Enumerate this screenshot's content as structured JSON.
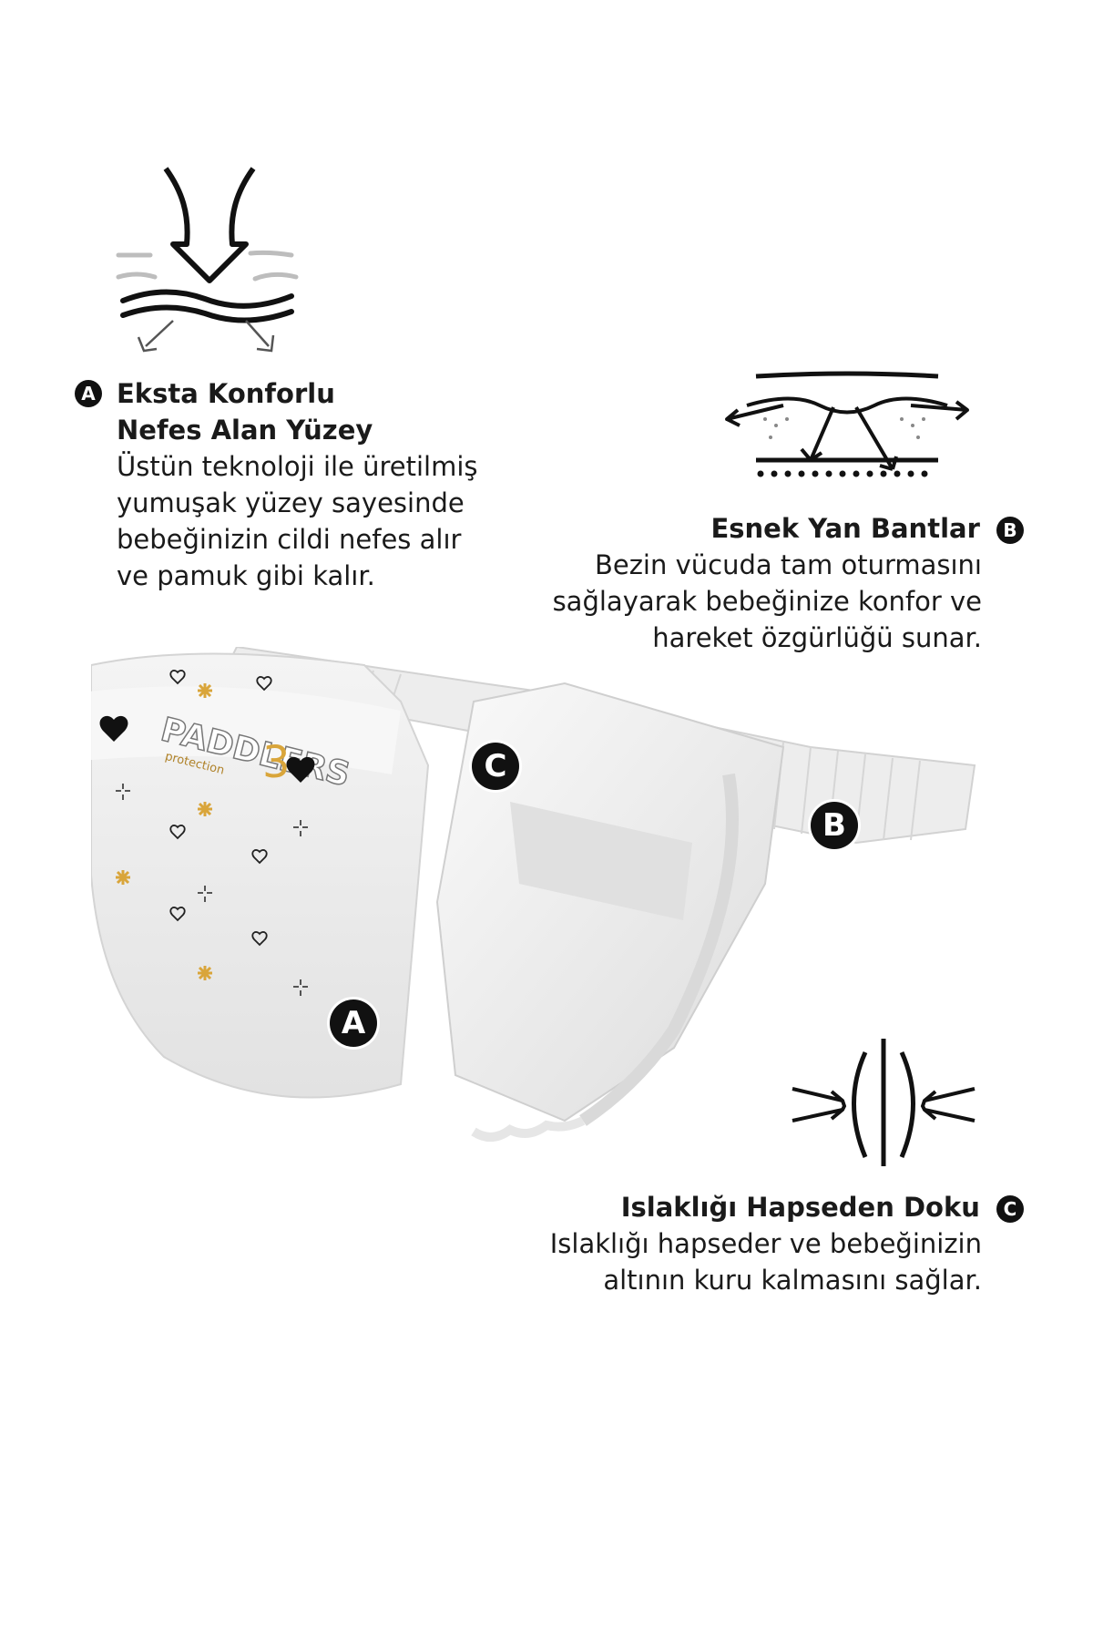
{
  "features": [
    {
      "letter": "A",
      "title_line1": "Eksta Konforlu",
      "title_line2": "Nefes Alan Yüzey",
      "desc": [
        "Üstün teknoloji ile üretilmiş",
        "yumuşak yüzey sayesinde",
        "bebeğinizin cildi nefes alır",
        "ve pamuk gibi kalır."
      ],
      "icon": "breathable-surface-icon"
    },
    {
      "letter": "B",
      "title": "Esnek Yan Bantlar",
      "desc": [
        "Bezin vücuda tam oturmasını",
        "sağlayarak bebeğinize konfor ve",
        "hareket özgürlüğü sunar."
      ],
      "icon": "elastic-side-bands-icon"
    },
    {
      "letter": "C",
      "title": "Islaklığı Hapseden Doku",
      "desc": [
        "Islaklığı hapseder ve  bebeğinizin",
        "altının kuru kalmasını sağlar."
      ],
      "icon": "moisture-lock-icon"
    }
  ],
  "product": {
    "brand": "PADDLERS",
    "sub_brand": "protection",
    "size": "3",
    "markers": [
      "A",
      "B",
      "C"
    ]
  },
  "colors": {
    "text": "#1a1a1a",
    "badge": "#111111",
    "accent_gold": "#d9a53a"
  }
}
